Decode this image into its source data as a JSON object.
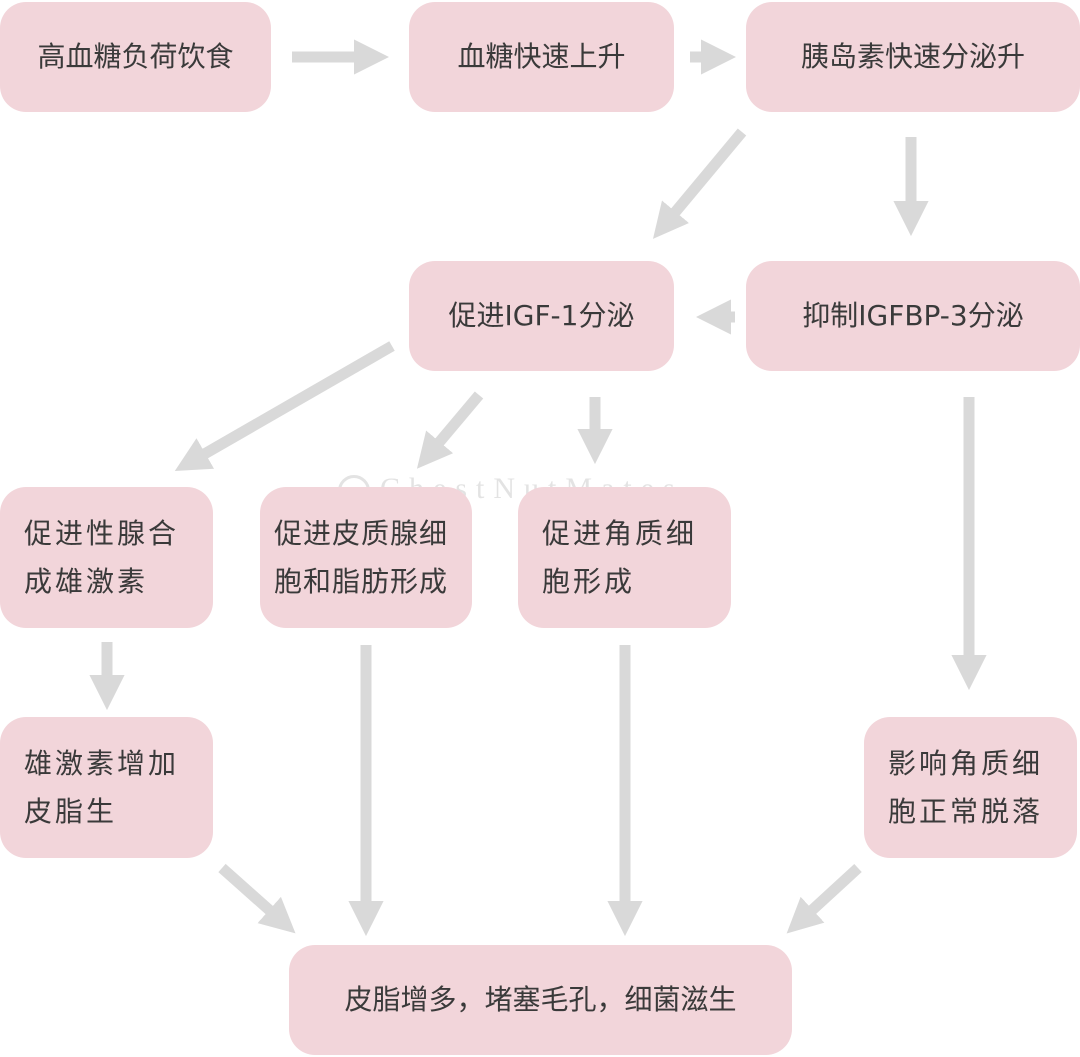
{
  "nodes": {
    "high_glycemic_diet": "高血糖负荷饮食",
    "blood_sugar_rise": "血糖快速上升",
    "insulin_rise": "胰岛素快速分泌升",
    "igf1": "促进IGF-1分泌",
    "igfbp3": "抑制IGFBP-3分泌",
    "androgen_synthesis": [
      "促进性腺合",
      "成雄激素"
    ],
    "sebaceous_adipose": [
      "促进皮质腺细",
      "胞和脂肪形成"
    ],
    "keratinocyte": [
      "促进角质细",
      "胞形成"
    ],
    "androgen_increase": [
      "雄激素增加",
      "皮脂生"
    ],
    "keratin_shedding": [
      "影响角质细",
      "胞正常脱落"
    ],
    "outcome": "皮脂增多，堵塞毛孔，细菌滋生"
  },
  "watermark": "ChestNutMates",
  "colors": {
    "node_fill": "#f2d5da",
    "arrow": "#d9d9d9",
    "text": "#3a3a3a"
  }
}
